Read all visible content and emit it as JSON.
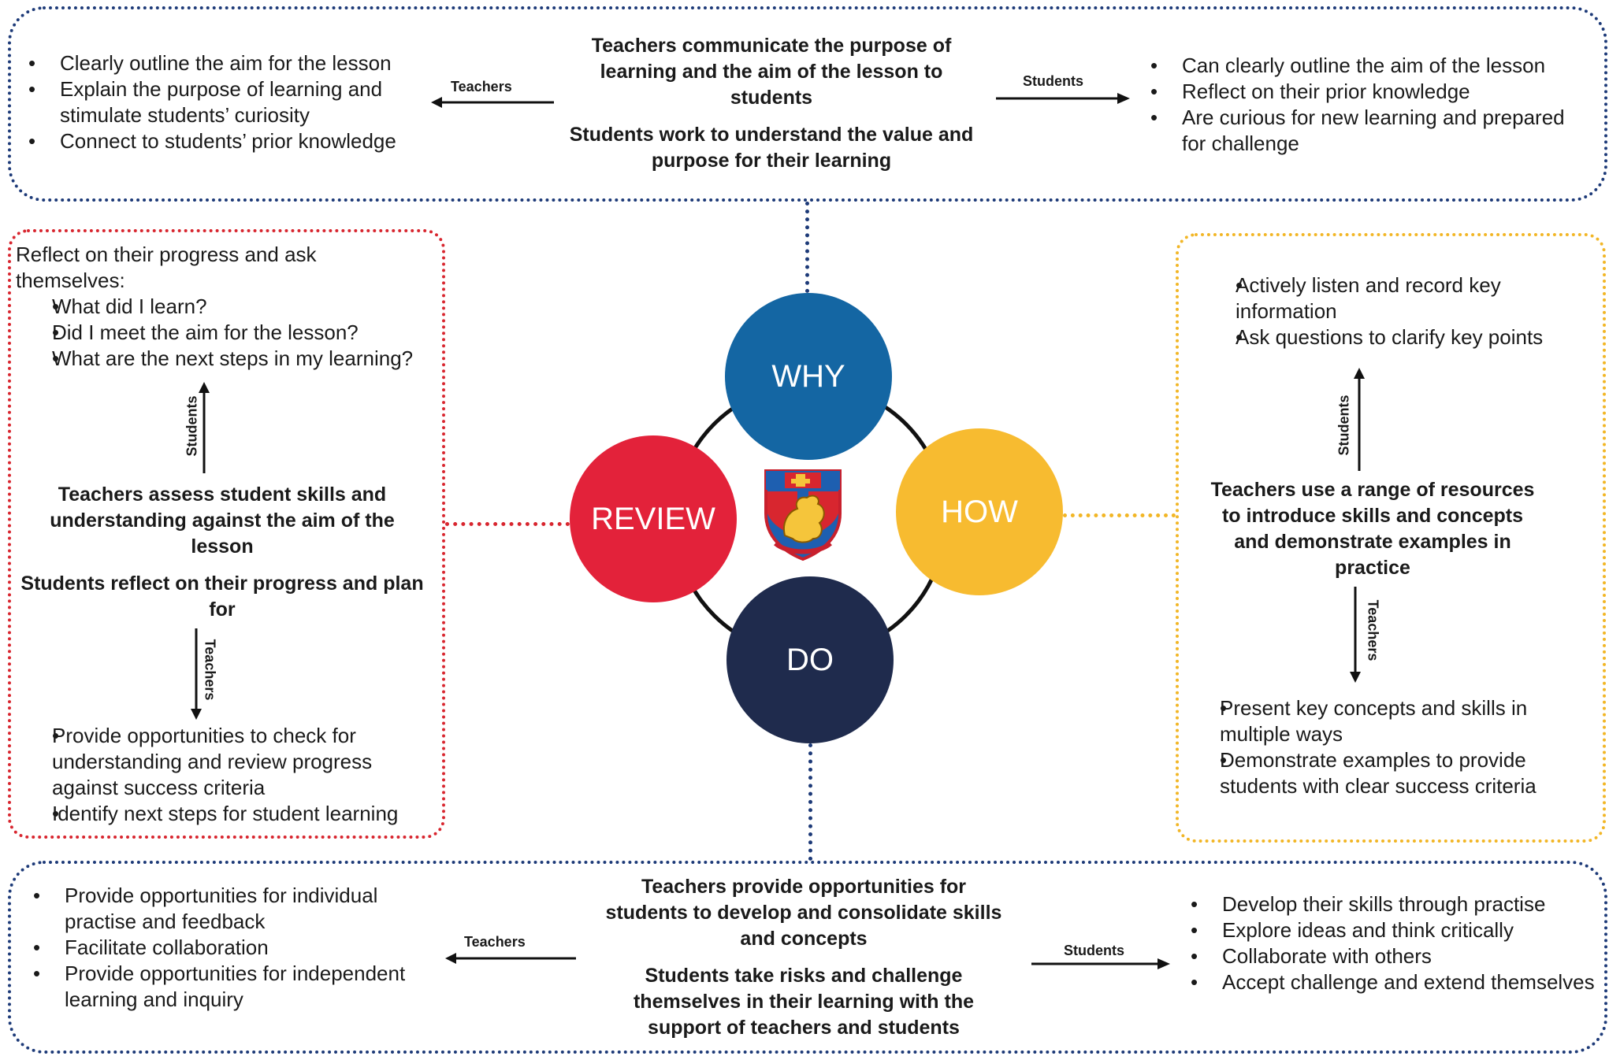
{
  "colors": {
    "why": "#1466a3",
    "review": "#e3223a",
    "how": "#f7bb30",
    "do": "#1f2b4d",
    "navy_border": "#1d3a78",
    "red_border": "#d8262f",
    "yellow_border": "#f2b626"
  },
  "circles": {
    "why": "WHY",
    "review": "REVIEW",
    "how": "HOW",
    "do": "DO"
  },
  "why": {
    "central_1": "Teachers communicate the purpose of learning and the aim of the lesson to students",
    "central_2": "Students work to understand the value and purpose for their learning",
    "teachers_label": "Teachers",
    "students_label": "Students",
    "teachers_items": [
      "Clearly outline the aim for the lesson",
      "Explain the purpose of learning and stimulate students’ curiosity",
      "Connect to students’ prior knowledge"
    ],
    "students_items": [
      "Can clearly outline the aim of the lesson",
      "Reflect on their prior knowledge",
      "Are curious for new learning and prepared for challenge"
    ]
  },
  "review": {
    "intro": "Reflect on their progress and ask themselves:",
    "student_items": [
      "What did I learn?",
      "Did I meet the aim for the lesson?",
      "What are the next steps in my learning?"
    ],
    "students_label": "Students",
    "central_1": "Teachers assess student skills and understanding against the aim of the lesson",
    "central_2": "Students reflect on their progress and plan for",
    "teachers_label": "Teachers",
    "teacher_items": [
      "Provide opportunities to check for understanding and review progress against success criteria",
      "Identify next steps for student learning"
    ]
  },
  "how": {
    "student_items": [
      "Actively listen and record key information",
      "Ask questions to clarify key points"
    ],
    "students_label": "Students",
    "central": "Teachers use a range of resources to introduce skills and concepts and demonstrate examples in practice",
    "teachers_label": "Teachers",
    "teacher_items": [
      "Present key concepts and skills in multiple ways",
      "Demonstrate examples to provide students with clear success criteria"
    ]
  },
  "do": {
    "central_1": "Teachers provide opportunities for students to develop and consolidate skills and concepts",
    "central_2": "Students take risks and challenge themselves in their learning with the support of teachers and students",
    "teachers_label": "Teachers",
    "students_label": "Students",
    "teachers_items": [
      "Provide opportunities for individual practise and feedback",
      "Facilitate collaboration",
      "Provide opportunities for independent learning and inquiry"
    ],
    "students_items": [
      "Develop their skills through practise",
      "Explore ideas and think critically",
      "Collaborate with others",
      "Accept challenge and extend themselves"
    ]
  }
}
